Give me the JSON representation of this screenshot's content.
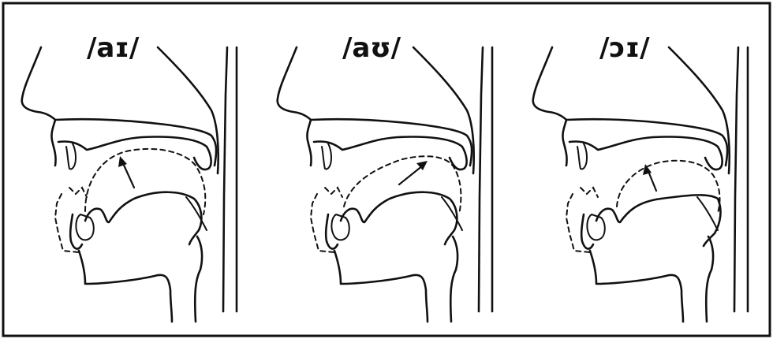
{
  "panels": [
    {
      "id": "ai",
      "label": "/aɪ/"
    },
    {
      "id": "au",
      "label": "/aʊ/"
    },
    {
      "id": "oi",
      "label": "/ɔɪ/"
    }
  ]
}
